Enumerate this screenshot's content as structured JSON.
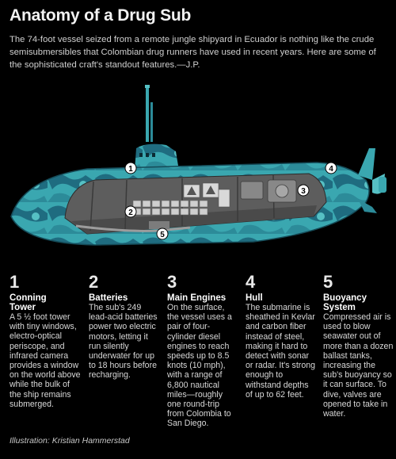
{
  "title": "Anatomy of a Drug Sub",
  "intro": "The 74-foot vessel seized from a remote jungle shipyard in Ecuador is nothing like the crude semisubmersibles that Colombian drug runners have used in recent years. Here are some of the sophisticated craft's standout features.—J.P.",
  "callouts": [
    "1",
    "2",
    "3",
    "4",
    "5"
  ],
  "features": [
    {
      "number": "1",
      "name_line1": "Conning",
      "name_line2": "Tower",
      "description": "A 5 ½ foot tower with tiny windows, electro-optical periscope, and infrared camera provides a window on the world above while the bulk of the ship remains submerged."
    },
    {
      "number": "2",
      "name_line1": "Batteries",
      "name_line2": "",
      "description": "The sub's 249 lead-acid batteries power two electric motors, letting it run silently underwater for up to 18 hours before recharging."
    },
    {
      "number": "3",
      "name_line1": "Main Engines",
      "name_line2": "",
      "description": "On the surface, the vessel uses a pair of four-cylinder diesel engines to reach speeds up to 8.5 knots (10 mph), with a range of 6,800 nautical miles—roughly one round-trip from Colombia to San Diego."
    },
    {
      "number": "4",
      "name_line1": "Hull",
      "name_line2": "",
      "description": "The submarine is sheathed in Kevlar and carbon fiber instead of steel, making it hard to detect with sonar or radar. It's strong enough to withstand depths of up to 62 feet."
    },
    {
      "number": "5",
      "name_line1": "Buoyancy",
      "name_line2": "System",
      "description": "Compressed air is used to blow seawater out of more than a dozen ballast tanks, increasing the sub's buoyancy so it can surface. To dive, valves are opened to take in water."
    }
  ],
  "credit": "Illustration: Kristian Hammerstad",
  "colors": {
    "hull_teal": "#3aa7b0",
    "hull_dark": "#1d5f73",
    "interior": "#6c6c6c",
    "background": "#000000"
  }
}
